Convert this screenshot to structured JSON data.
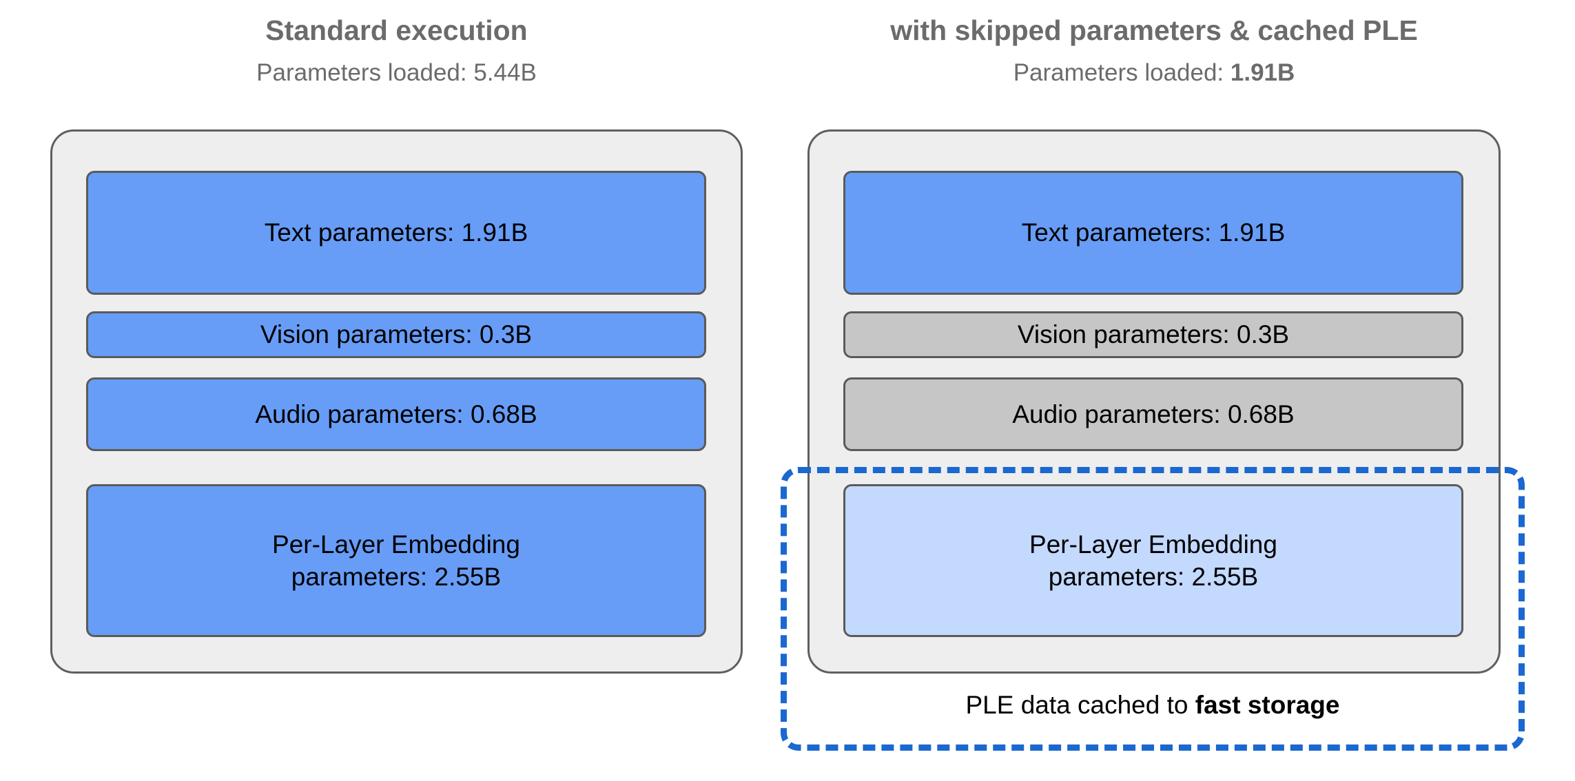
{
  "columns": [
    {
      "id": "standard",
      "title": "Standard execution",
      "subtitle_prefix": "Parameters loaded: ",
      "subtitle_value": "5.44B",
      "subtitle_value_bold": false,
      "boxes": [
        {
          "id": "text",
          "label": "Text parameters: 1.91B",
          "style": "blue"
        },
        {
          "id": "vision",
          "label": "Vision parameters: 0.3B",
          "style": "blue"
        },
        {
          "id": "audio",
          "label": "Audio parameters: 0.68B",
          "style": "blue"
        },
        {
          "id": "ple",
          "label": "Per-Layer Embedding\nparameters: 2.55B",
          "style": "blue"
        }
      ]
    },
    {
      "id": "optimized",
      "title": "with skipped parameters & cached PLE",
      "subtitle_prefix": "Parameters loaded: ",
      "subtitle_value": "1.91B",
      "subtitle_value_bold": true,
      "boxes": [
        {
          "id": "text",
          "label": "Text parameters: 1.91B",
          "style": "blue"
        },
        {
          "id": "vision",
          "label": "Vision parameters: 0.3B",
          "style": "gray"
        },
        {
          "id": "audio",
          "label": "Audio parameters: 0.68B",
          "style": "gray"
        },
        {
          "id": "ple",
          "label": "Per-Layer Embedding\nparameters: 2.55B",
          "style": "light-blue"
        }
      ]
    }
  ],
  "cache_annotation": {
    "caption_prefix": "PLE data cached to ",
    "caption_emphasis": "fast storage",
    "border_color": "#1a68d0",
    "border_style": "dashed"
  },
  "colors": {
    "panel_background": "#eeeeee",
    "panel_border": "#5f5f5f",
    "box_blue": "#679df7",
    "box_gray": "#c6c6c6",
    "box_light_blue": "#c3d9fd",
    "box_border": "#5a5a5a",
    "heading_text": "#6b6b6b",
    "body_text": "#000000",
    "accent_blue": "#1a68d0",
    "page_background": "#ffffff"
  }
}
